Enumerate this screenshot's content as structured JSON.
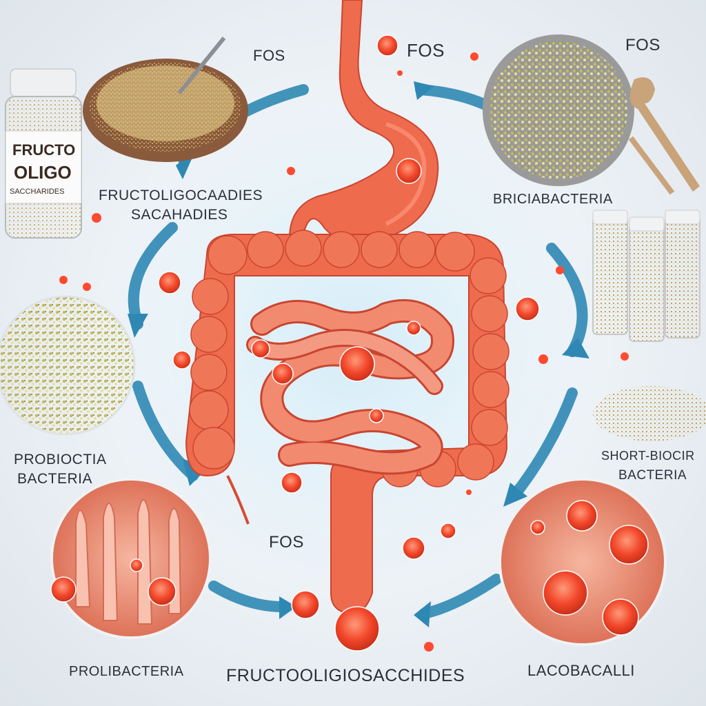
{
  "labels": {
    "fos_top_left": "FOS",
    "fos_top_center": "FOS",
    "fos_top_right": "FOS",
    "fos_bottom": "FOS",
    "fructo_line1": "FRUCTOLIGOCAADIES",
    "fructo_line2": "SACAHADIES",
    "bifido": "BRICIABACTERIA",
    "probio_line1": "PROBIOCTIA",
    "probio_line2": "BACTERIA",
    "short_line1": "SHORT-BIOCIR",
    "short_line2": "BACTERIA",
    "prolibac": "PROLIBACTERIA",
    "bottom_title": "FRUCTOOLIGIOSACCHIDES",
    "lacto": "LACOBACALLI"
  },
  "jar": {
    "line1": "FRUCTO",
    "line2": "OLIGO",
    "line3": "SACCHARIDES"
  },
  "colors": {
    "organ": "#ef6b4d",
    "organ_dark": "#d84a32",
    "arrow": "#2a7fa8",
    "granule": "#d9c27a",
    "bacteria": "#ff5a3c"
  }
}
